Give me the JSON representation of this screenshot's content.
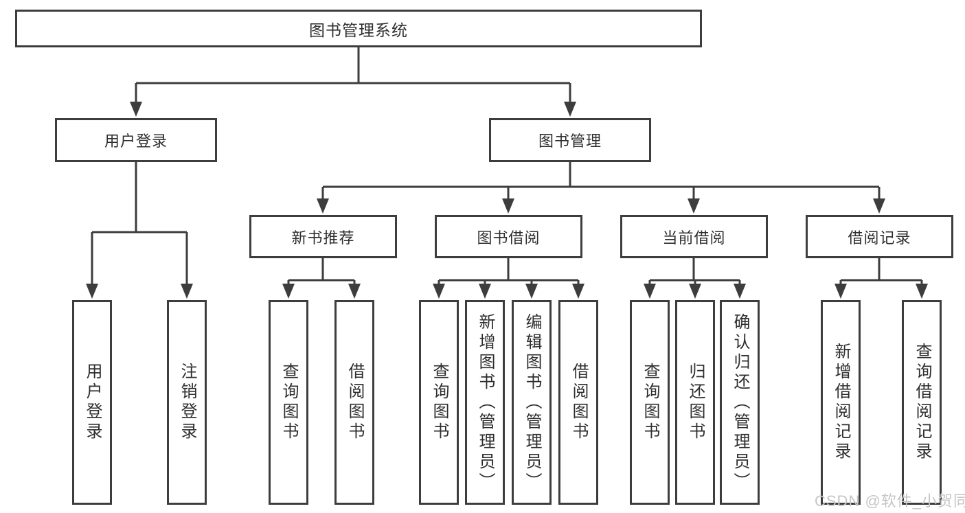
{
  "tree": {
    "root": {
      "label": "图书管理系统"
    },
    "branches": [
      {
        "label": "用户登录",
        "leaves": [
          "用户登录",
          "注销登录"
        ]
      },
      {
        "label": "图书管理",
        "groups": [
          {
            "label": "新书推荐",
            "leaves": [
              "查询图书",
              "借阅图书"
            ]
          },
          {
            "label": "图书借阅",
            "leaves": [
              "查询图书",
              "新增图书（管理员）",
              "编辑图书（管理员）",
              "借阅图书"
            ]
          },
          {
            "label": "当前借阅",
            "leaves": [
              "查询图书",
              "归还图书",
              "确认归还（管理员）"
            ]
          },
          {
            "label": "借阅记录",
            "leaves": [
              "新增借阅记录",
              "查询借阅记录"
            ]
          }
        ]
      }
    ]
  },
  "watermark": "CSDN @软件_小贺同学",
  "colors": {
    "line": "#3d3d3d",
    "text": "#2e2e2e",
    "watermark": "#c6c6c6",
    "background": "#ffffff"
  }
}
